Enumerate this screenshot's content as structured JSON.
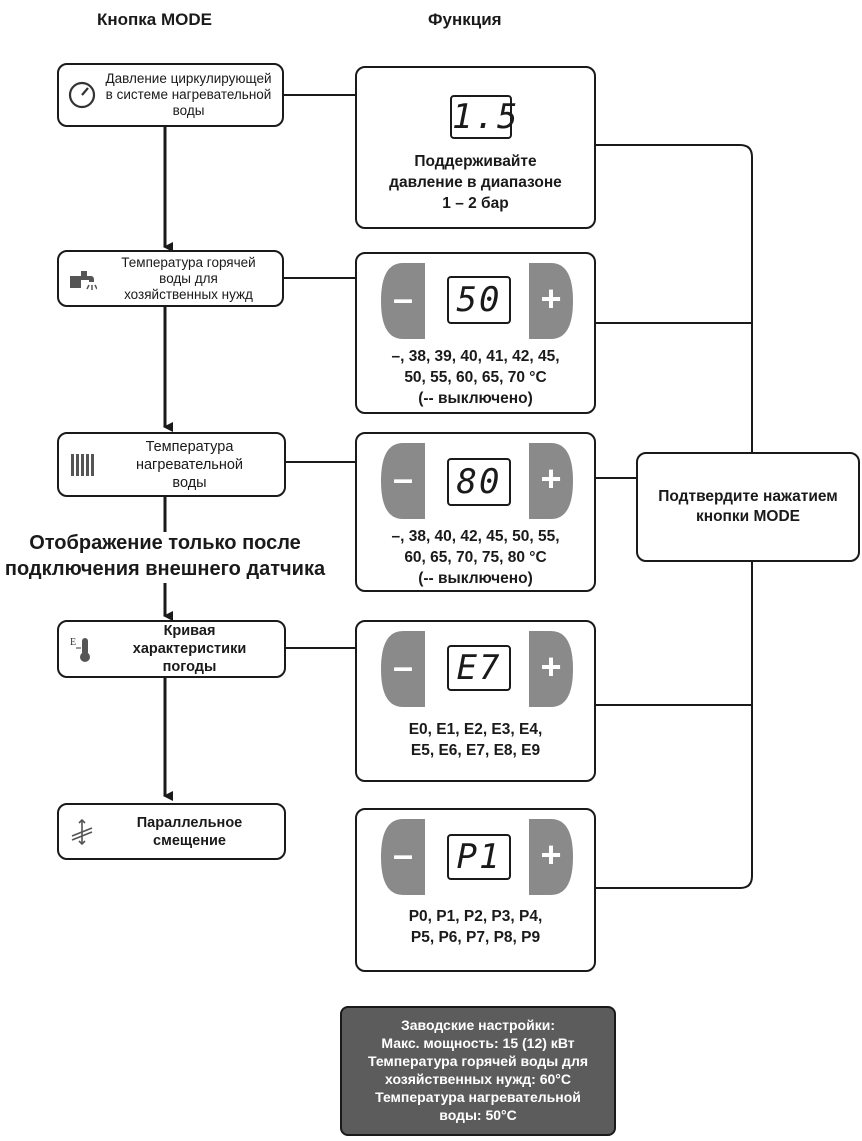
{
  "headers": {
    "left": "Кнопка MODE",
    "right": "Функция"
  },
  "modes": [
    {
      "icon": "gauge-icon",
      "lines": [
        "Давление циркулирующей",
        "в системе нагревательной",
        "воды"
      ],
      "bold": false
    },
    {
      "icon": "faucet-icon",
      "lines": [
        "Температура горячей",
        "воды для",
        "хозяйственных нужд"
      ],
      "bold": false
    },
    {
      "icon": "radiator-icon",
      "lines": [
        "Температура",
        "нагревательной",
        "воды"
      ],
      "bold": false
    },
    {
      "icon": "thermometer-icon",
      "lines": [
        "Кривая",
        "характеристики",
        "погоды"
      ],
      "bold": true
    },
    {
      "icon": "shift-arrows-icon",
      "lines": [
        "Параллельное",
        "смещение"
      ],
      "bold": true
    }
  ],
  "functions": [
    {
      "display": "1.5",
      "has_buttons": false,
      "lines": [
        "Поддерживайте",
        "давление в диапазоне",
        "1 – 2 бар"
      ]
    },
    {
      "display": "50",
      "has_buttons": true,
      "lines": [
        "–, 38, 39, 40, 41, 42, 45,",
        "50, 55, 60, 65, 70 °C",
        "(-- выключено)"
      ]
    },
    {
      "display": "80",
      "has_buttons": true,
      "lines": [
        "–, 38, 40, 42, 45, 50, 55,",
        "60, 65, 70, 75, 80 °C",
        "(-- выключено)"
      ]
    },
    {
      "display": "E7",
      "has_buttons": true,
      "lines": [
        "E0, E1, E2, E3, E4,",
        "E5, E6, E7, E8, E9"
      ]
    },
    {
      "display": "P1",
      "has_buttons": true,
      "lines": [
        "P0, P1, P2, P3, P4,",
        "P5, P6, P7, P8, P9"
      ]
    }
  ],
  "buttons": {
    "minus": "–",
    "plus": "+"
  },
  "confirm": [
    "Подтвердите нажатием",
    "кнопки MODE"
  ],
  "sensor_note": [
    "Отображение только после",
    "подключения внешнего датчика"
  ],
  "factory": [
    "Заводские настройки:",
    "Макс. мощность: 15 (12) кВт",
    "Температура горячей воды для",
    "хозяйственных нужд: 60°C",
    "Температура нагревательной",
    "воды: 50°C"
  ],
  "colors": {
    "button_gray": "#8a8a8a",
    "factory_bg": "#5c5c5c",
    "line": "#1a1a1a"
  }
}
